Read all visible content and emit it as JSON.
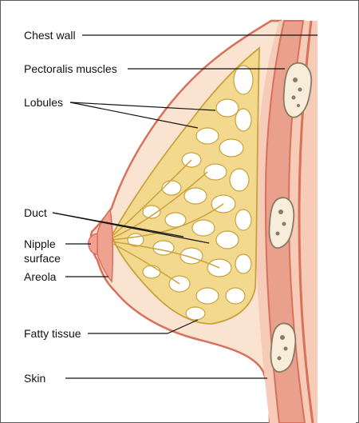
{
  "labels": {
    "chest_wall": "Chest wall",
    "pectoralis": "Pectoralis muscles",
    "lobules": "Lobules",
    "duct": "Duct",
    "nipple_line1": "Nipple",
    "nipple_line2": "surface",
    "areola": "Areola",
    "fatty_tissue": "Fatty tissue",
    "skin": "Skin"
  },
  "colors": {
    "frame": "#5a5a5a",
    "skin_fill": "#fbe3d2",
    "muscle": "#e9a08c",
    "muscle_dark": "#d9705c",
    "gland_fill": "#f3d98e",
    "gland_edge": "#c9a23a",
    "lobule_white": "#ffffff",
    "areola": "#eea28f",
    "rib_fill": "#f7edda",
    "rib_edge": "#8a7a60"
  }
}
